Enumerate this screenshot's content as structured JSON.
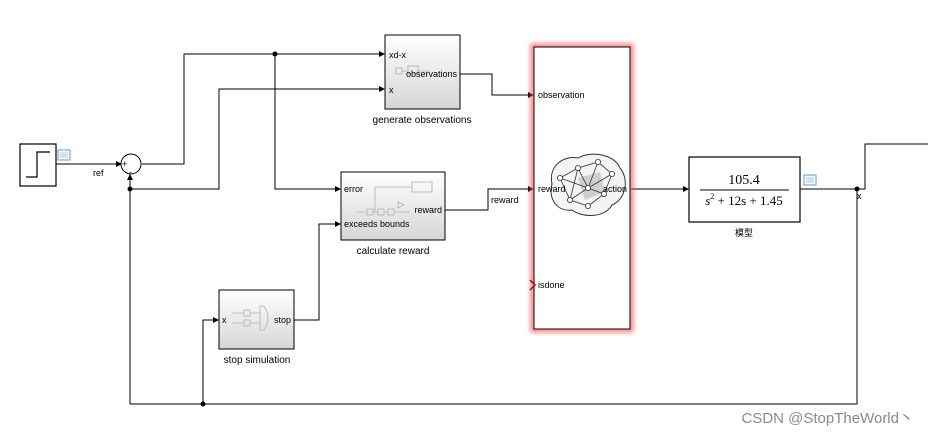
{
  "watermark": "CSDN @StopTheWorld丶",
  "source": {
    "ref_label": "ref"
  },
  "sum": {
    "plus_sign": "+",
    "minus_sign": "-"
  },
  "generate_observations": {
    "caption": "generate observations",
    "in_1": "xd-x",
    "in_2": "x",
    "out_1": "observations"
  },
  "calculate_reward": {
    "caption": "calculate reward",
    "in_1": "error",
    "in_2": "exceeds bounds",
    "out_1": "reward"
  },
  "stop_simulation": {
    "caption": "stop simulation",
    "in_1": "x",
    "out_1": "stop"
  },
  "agent": {
    "in_1": "observation",
    "in_2": "reward",
    "in_3": "isdone",
    "out_1": "action"
  },
  "reward_signal": "reward",
  "plant": {
    "numerator": "105.4",
    "denominator_a": "s",
    "denominator_exp": "2",
    "denominator_b": " + 12s + 1.45",
    "caption": "模型"
  },
  "output_signal": "x",
  "colors": {
    "agent_glow": "#ff5a5a",
    "scope_icon": "#5b9bd5"
  }
}
